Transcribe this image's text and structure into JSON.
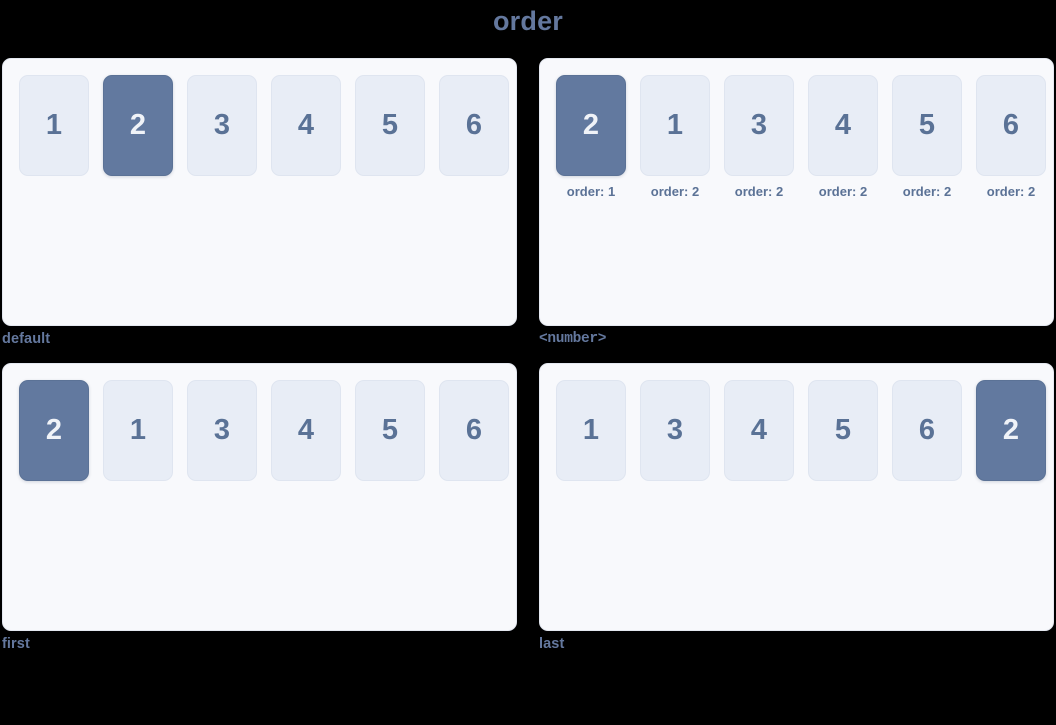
{
  "title": "order",
  "colors": {
    "page_background": "#000000",
    "panel_background": "#f8f9fc",
    "panel_border": "#e4e8f0",
    "item_background": "#e8edf6",
    "item_text": "#5a7296",
    "item_highlight_background": "#62799f",
    "item_highlight_text": "#f0f3f8",
    "label_text": "#64789e"
  },
  "panels": [
    {
      "label": "default",
      "label_style": "plain",
      "items": [
        {
          "value": "1",
          "highlight": false,
          "note": null
        },
        {
          "value": "2",
          "highlight": true,
          "note": null
        },
        {
          "value": "3",
          "highlight": false,
          "note": null
        },
        {
          "value": "4",
          "highlight": false,
          "note": null
        },
        {
          "value": "5",
          "highlight": false,
          "note": null
        },
        {
          "value": "6",
          "highlight": false,
          "note": null
        }
      ]
    },
    {
      "label": "<number>",
      "label_style": "mono",
      "items": [
        {
          "value": "2",
          "highlight": true,
          "note": "order: 1"
        },
        {
          "value": "1",
          "highlight": false,
          "note": "order: 2"
        },
        {
          "value": "3",
          "highlight": false,
          "note": "order: 2"
        },
        {
          "value": "4",
          "highlight": false,
          "note": "order: 2"
        },
        {
          "value": "5",
          "highlight": false,
          "note": "order: 2"
        },
        {
          "value": "6",
          "highlight": false,
          "note": "order: 2"
        }
      ]
    },
    {
      "label": "first",
      "label_style": "plain",
      "items": [
        {
          "value": "2",
          "highlight": true,
          "note": null
        },
        {
          "value": "1",
          "highlight": false,
          "note": null
        },
        {
          "value": "3",
          "highlight": false,
          "note": null
        },
        {
          "value": "4",
          "highlight": false,
          "note": null
        },
        {
          "value": "5",
          "highlight": false,
          "note": null
        },
        {
          "value": "6",
          "highlight": false,
          "note": null
        }
      ]
    },
    {
      "label": "last",
      "label_style": "plain",
      "items": [
        {
          "value": "1",
          "highlight": false,
          "note": null
        },
        {
          "value": "3",
          "highlight": false,
          "note": null
        },
        {
          "value": "4",
          "highlight": false,
          "note": null
        },
        {
          "value": "5",
          "highlight": false,
          "note": null
        },
        {
          "value": "6",
          "highlight": false,
          "note": null
        },
        {
          "value": "2",
          "highlight": true,
          "note": null
        }
      ]
    }
  ]
}
